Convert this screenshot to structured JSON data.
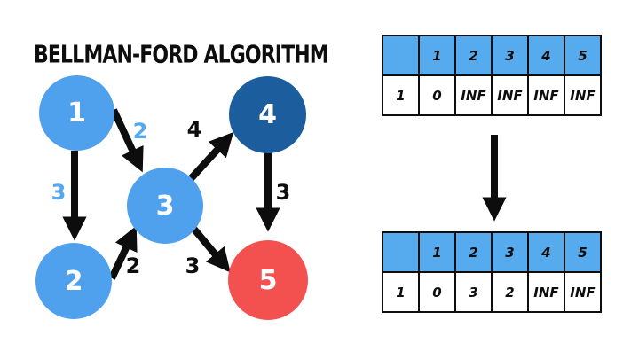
{
  "title": "BELLMAN-FORD ALGORITHM",
  "colors": {
    "node_blue": "#4FA1EE",
    "node_dark_blue": "#1C5D9E",
    "node_red": "#F35150",
    "edge_label_blue": "#54A8F0",
    "table_header_blue": "#55ABEE",
    "ink": "#0d0d0d",
    "background": "#ffffff"
  },
  "graph": {
    "nodes": [
      {
        "id": 1,
        "label": "1",
        "color": "#4FA1EE"
      },
      {
        "id": 2,
        "label": "2",
        "color": "#4FA1EE"
      },
      {
        "id": 3,
        "label": "3",
        "color": "#4FA1EE"
      },
      {
        "id": 4,
        "label": "4",
        "color": "#1C5D9E"
      },
      {
        "id": 5,
        "label": "5",
        "color": "#F35150"
      }
    ],
    "edges": [
      {
        "from": 1,
        "to": 2,
        "weight": "3",
        "label_color": "#54A8F0"
      },
      {
        "from": 1,
        "to": 3,
        "weight": "2",
        "label_color": "#54A8F0"
      },
      {
        "from": 2,
        "to": 3,
        "weight": "2",
        "label_color": "#0d0d0d"
      },
      {
        "from": 3,
        "to": 4,
        "weight": "4",
        "label_color": "#0d0d0d"
      },
      {
        "from": 3,
        "to": 5,
        "weight": "3",
        "label_color": "#0d0d0d"
      },
      {
        "from": 4,
        "to": 5,
        "weight": "3",
        "label_color": "#0d0d0d"
      }
    ]
  },
  "tables": {
    "initial": {
      "header": [
        "",
        "1",
        "2",
        "3",
        "4",
        "5"
      ],
      "row": [
        "1",
        "0",
        "INF",
        "INF",
        "INF",
        "INF"
      ]
    },
    "after": {
      "header": [
        "",
        "1",
        "2",
        "3",
        "4",
        "5"
      ],
      "row": [
        "1",
        "0",
        "3",
        "2",
        "INF",
        "INF"
      ]
    }
  }
}
